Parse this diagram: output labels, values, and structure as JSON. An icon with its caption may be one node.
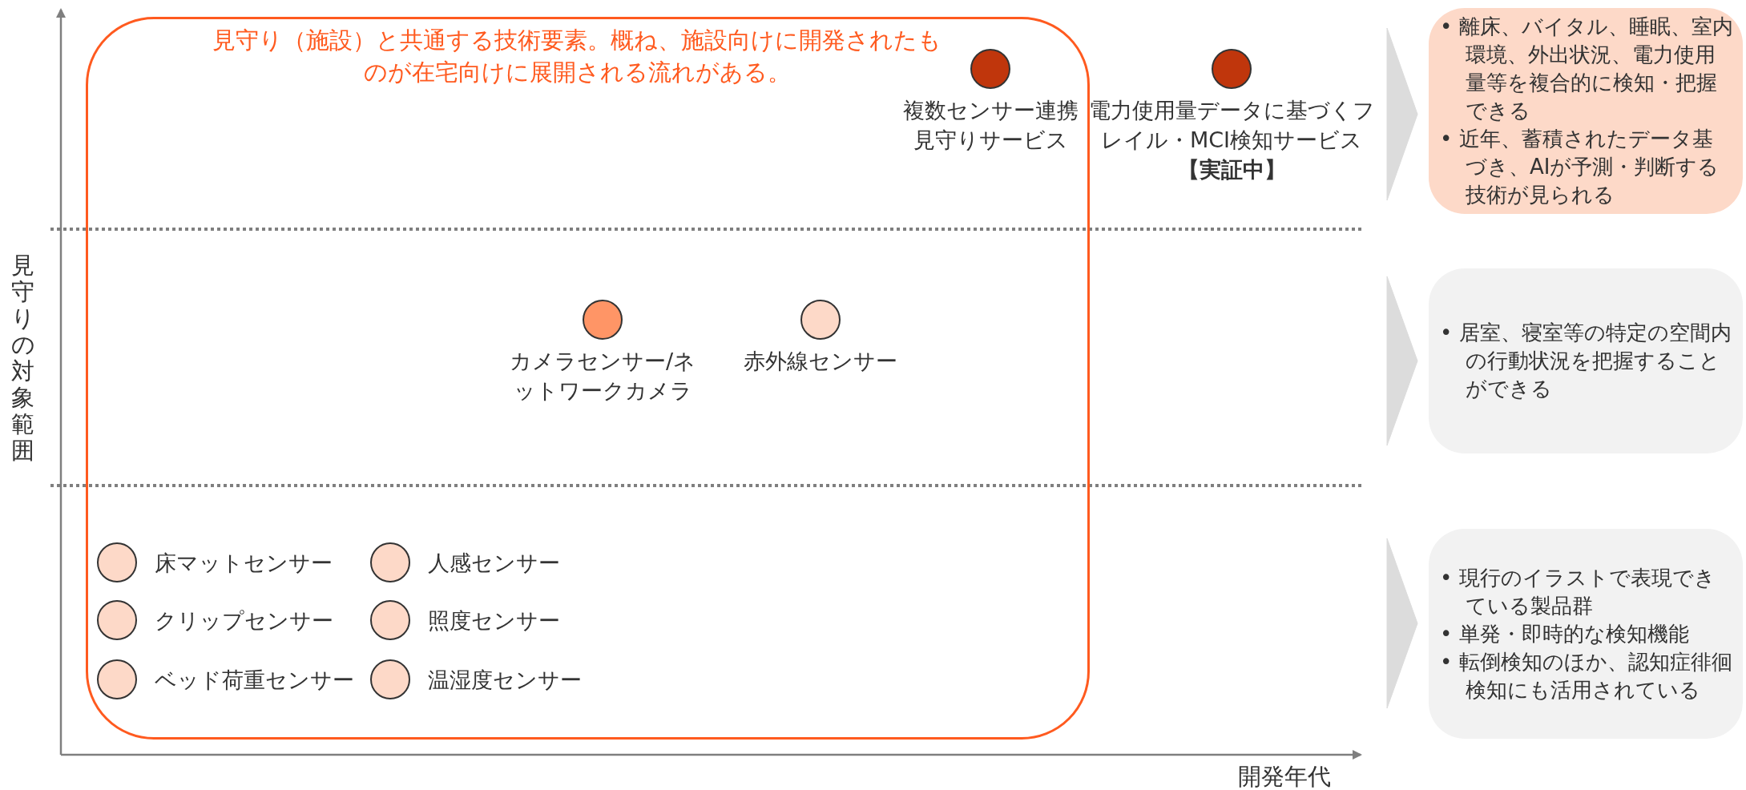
{
  "diagram": {
    "nodes": [
      {
        "text": [
          "見守り（施設）と共通する技術要素。概ね、施設向けに開発されたものが在宅向けに展開される流れがある。"
        ]
      },
      {
        "text": [
          "複数センサー連携見守りサービス"
        ],
        "in": 0
      },
      {
        "text": [
          "電力使用量データに基づくフレイル・MCI検知サービス",
          "【実証中】"
        ]
      },
      {
        "text": [
          "カメラセンサー/ネットワークカメラ"
        ],
        "in": 0
      },
      {
        "text": [
          "赤外線センサー"
        ],
        "in": 0
      },
      {
        "text": [
          "床マットセンサー"
        ],
        "in": 0
      },
      {
        "text": [
          "人感センサー"
        ],
        "in": 0
      },
      {
        "text": [
          "クリップセンサー"
        ],
        "in": 0
      },
      {
        "text": [
          "照度センサー"
        ],
        "in": 0
      },
      {
        "text": [
          "ベッド荷重センサー"
        ],
        "in": 0
      },
      {
        "text": [
          "温湿度センサー"
        ],
        "in": 0
      },
      {
        "text": [
          "• 離床、バイタル、睡眠、室内環境、外出状況、電力使用量等を複合的に検知・把握できる",
          "• 近年、蓄積されたデータ基づき、AIが予測・判断する技術が見られる"
        ]
      },
      {
        "text": [
          "• 居室、寝室等の特定の空間内の行動状況を把握することができる"
        ]
      },
      {
        "text": [
          "• 現行のイラストで表現できている製品群",
          "• 単発・即時的な検知機能",
          "• 転倒検知のほか、認知症徘徊検知にも活用されている"
        ]
      }
    ],
    "edges": [
      {
        "from": null,
        "to": 11,
        "arrow": "to"
      },
      {
        "from": null,
        "to": 12,
        "arrow": "to"
      },
      {
        "from": null,
        "to": 13,
        "arrow": "to"
      }
    ],
    "labels": [
      "見守りの対象範囲",
      "開発年代"
    ]
  }
}
